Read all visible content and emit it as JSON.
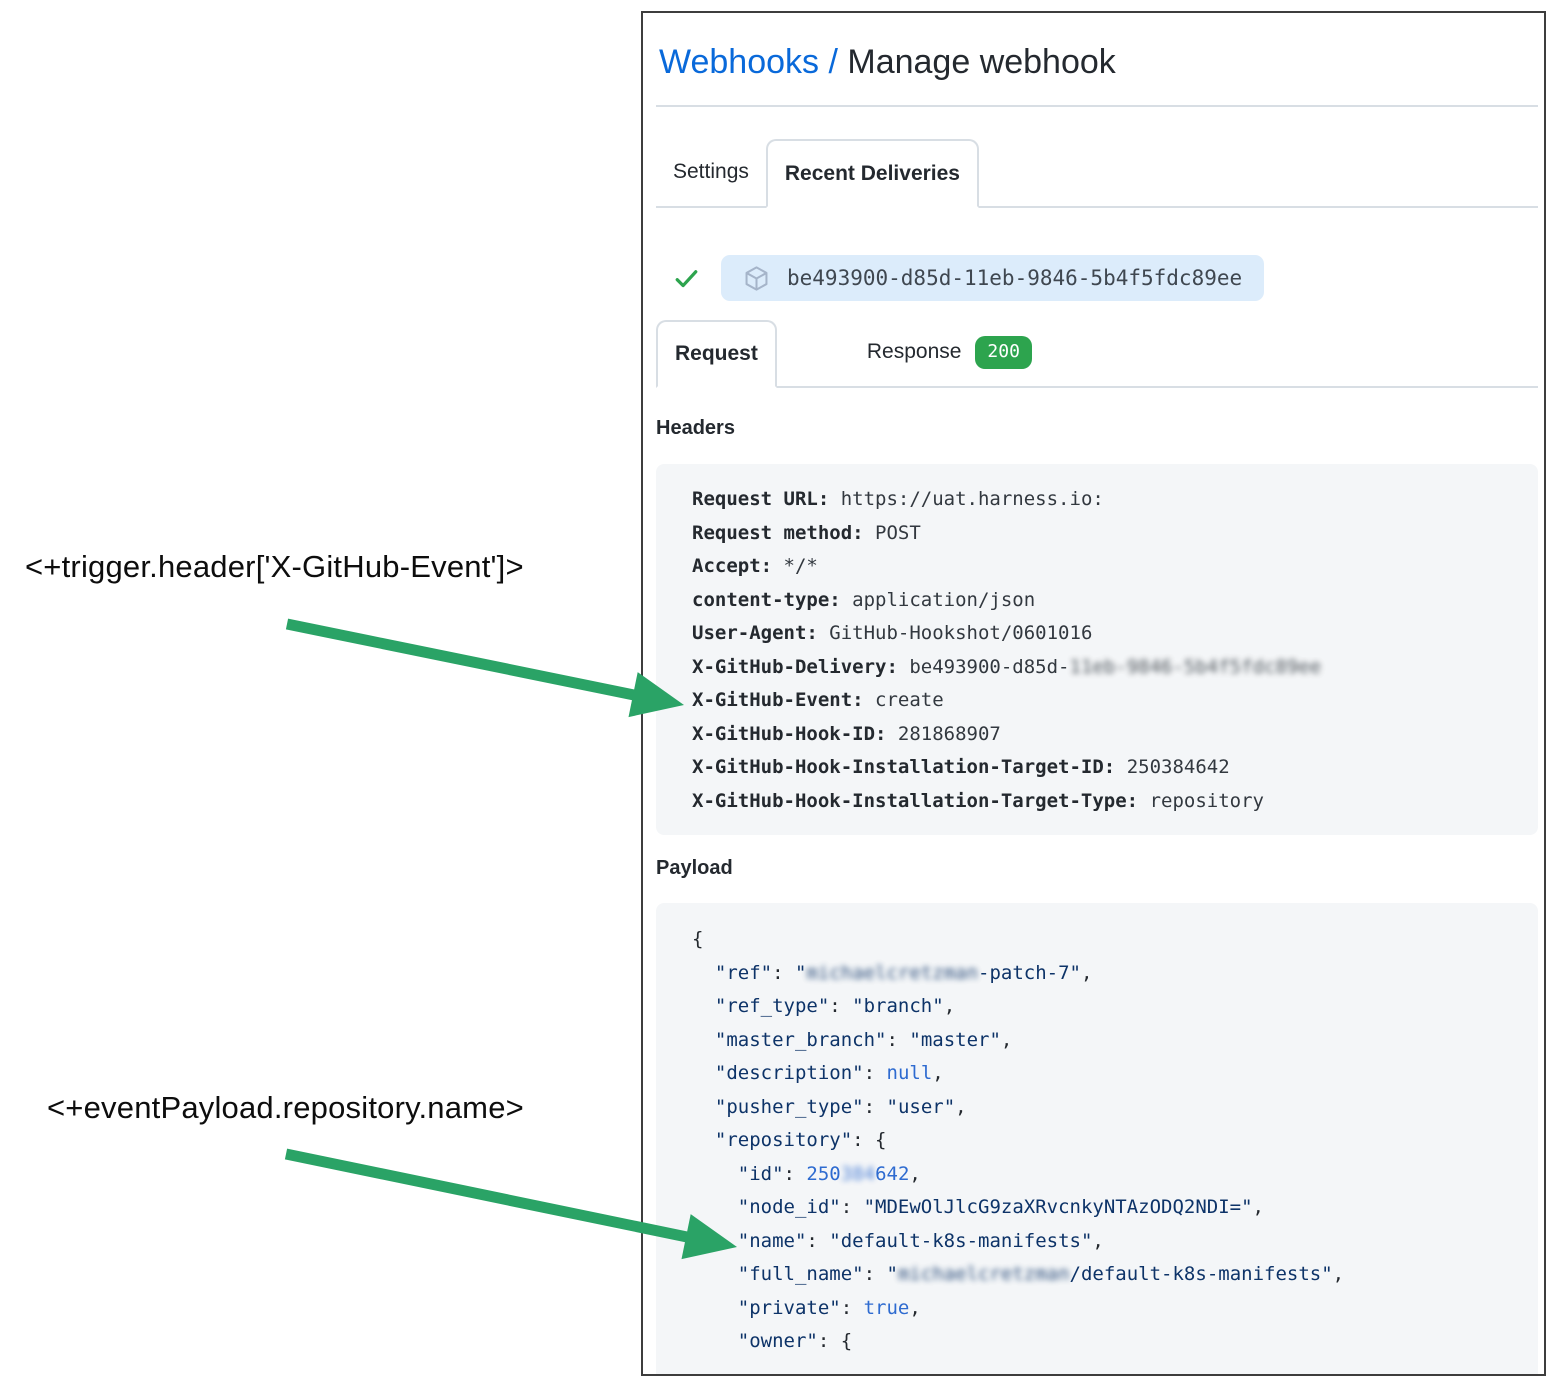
{
  "header": {
    "breadcrumb_link": "Webhooks /",
    "title": "Manage webhook"
  },
  "tabs": {
    "settings": "Settings",
    "recent_deliveries": "Recent Deliveries"
  },
  "delivery": {
    "id": "be493900-d85d-11eb-9846-5b4f5fdc89ee"
  },
  "subtabs": {
    "request": "Request",
    "response": "Response",
    "status_code": "200"
  },
  "sections": {
    "headers": "Headers",
    "payload": "Payload"
  },
  "request_headers": [
    {
      "key": "Request URL:",
      "value": " https://uat.harness.io:"
    },
    {
      "key": "Request method:",
      "value": " POST"
    },
    {
      "key": "Accept:",
      "value": " */*"
    },
    {
      "key": "content-type:",
      "value": " application/json"
    },
    {
      "key": "User-Agent:",
      "value": " GitHub-Hookshot/0601016"
    },
    {
      "key": "X-GitHub-Delivery:",
      "value": " be493900-d85d-",
      "blurred": "11eb-9846-5b4f5fdc89ee"
    },
    {
      "key": "X-GitHub-Event:",
      "value": " create"
    },
    {
      "key": "X-GitHub-Hook-ID:",
      "value": " 281868907"
    },
    {
      "key": "X-GitHub-Hook-Installation-Target-ID:",
      "value": " 250384642"
    },
    {
      "key": "X-GitHub-Hook-Installation-Target-Type:",
      "value": " repository"
    }
  ],
  "payload_lines": [
    [
      {
        "t": "{",
        "c": "p"
      }
    ],
    [
      {
        "t": "  ",
        "c": "p"
      },
      {
        "t": "\"ref\"",
        "c": "k"
      },
      {
        "t": ": ",
        "c": "p"
      },
      {
        "t": "\"",
        "c": "s"
      },
      {
        "t": "michaelcretzman",
        "c": "s",
        "blur": true
      },
      {
        "t": "-patch-7\"",
        "c": "s"
      },
      {
        "t": ",",
        "c": "p"
      }
    ],
    [
      {
        "t": "  ",
        "c": "p"
      },
      {
        "t": "\"ref_type\"",
        "c": "k"
      },
      {
        "t": ": ",
        "c": "p"
      },
      {
        "t": "\"branch\"",
        "c": "s"
      },
      {
        "t": ",",
        "c": "p"
      }
    ],
    [
      {
        "t": "  ",
        "c": "p"
      },
      {
        "t": "\"master_branch\"",
        "c": "k"
      },
      {
        "t": ": ",
        "c": "p"
      },
      {
        "t": "\"master\"",
        "c": "s"
      },
      {
        "t": ",",
        "c": "p"
      }
    ],
    [
      {
        "t": "  ",
        "c": "p"
      },
      {
        "t": "\"description\"",
        "c": "k"
      },
      {
        "t": ": ",
        "c": "p"
      },
      {
        "t": "null",
        "c": "n"
      },
      {
        "t": ",",
        "c": "p"
      }
    ],
    [
      {
        "t": "  ",
        "c": "p"
      },
      {
        "t": "\"pusher_type\"",
        "c": "k"
      },
      {
        "t": ": ",
        "c": "p"
      },
      {
        "t": "\"user\"",
        "c": "s"
      },
      {
        "t": ",",
        "c": "p"
      }
    ],
    [
      {
        "t": "  ",
        "c": "p"
      },
      {
        "t": "\"repository\"",
        "c": "k"
      },
      {
        "t": ": {",
        "c": "p"
      }
    ],
    [
      {
        "t": "    ",
        "c": "p"
      },
      {
        "t": "\"id\"",
        "c": "k"
      },
      {
        "t": ": ",
        "c": "p"
      },
      {
        "t": "250",
        "c": "n"
      },
      {
        "t": "384",
        "c": "n",
        "blur": true
      },
      {
        "t": "642",
        "c": "n"
      },
      {
        "t": ",",
        "c": "p"
      }
    ],
    [
      {
        "t": "    ",
        "c": "p"
      },
      {
        "t": "\"node_id\"",
        "c": "k"
      },
      {
        "t": ": ",
        "c": "p"
      },
      {
        "t": "\"MDEwOlJlcG9zaXRvcnkyNTAzODQ2NDI=\"",
        "c": "s"
      },
      {
        "t": ",",
        "c": "p"
      }
    ],
    [
      {
        "t": "    ",
        "c": "p"
      },
      {
        "t": "\"name\"",
        "c": "k"
      },
      {
        "t": ": ",
        "c": "p"
      },
      {
        "t": "\"default-k8s-manifests\"",
        "c": "s"
      },
      {
        "t": ",",
        "c": "p"
      }
    ],
    [
      {
        "t": "    ",
        "c": "p"
      },
      {
        "t": "\"full_name\"",
        "c": "k"
      },
      {
        "t": ": ",
        "c": "p"
      },
      {
        "t": "\"",
        "c": "s"
      },
      {
        "t": "michaelcretzman",
        "c": "s",
        "blur": true
      },
      {
        "t": "/default-k8s-manifests\"",
        "c": "s"
      },
      {
        "t": ",",
        "c": "p"
      }
    ],
    [
      {
        "t": "    ",
        "c": "p"
      },
      {
        "t": "\"private\"",
        "c": "k"
      },
      {
        "t": ": ",
        "c": "p"
      },
      {
        "t": "true",
        "c": "n"
      },
      {
        "t": ",",
        "c": "p"
      }
    ],
    [
      {
        "t": "    ",
        "c": "p"
      },
      {
        "t": "\"owner\"",
        "c": "k"
      },
      {
        "t": ": {",
        "c": "p"
      }
    ]
  ],
  "annotations": [
    {
      "text": "<+trigger.header['X-GitHub-Event']>"
    },
    {
      "text": "<+eventPayload.repository.name>"
    }
  ],
  "colors": {
    "link_blue": "#0969da",
    "arrow_green": "#2aa366",
    "check_green": "#2da44e",
    "badge_green": "#2da44e",
    "pill_blue": "#dcecfb",
    "code_key_navy": "#0d3368",
    "code_value_blue": "#2e6bd0",
    "block_gray": "#f4f6f8"
  }
}
